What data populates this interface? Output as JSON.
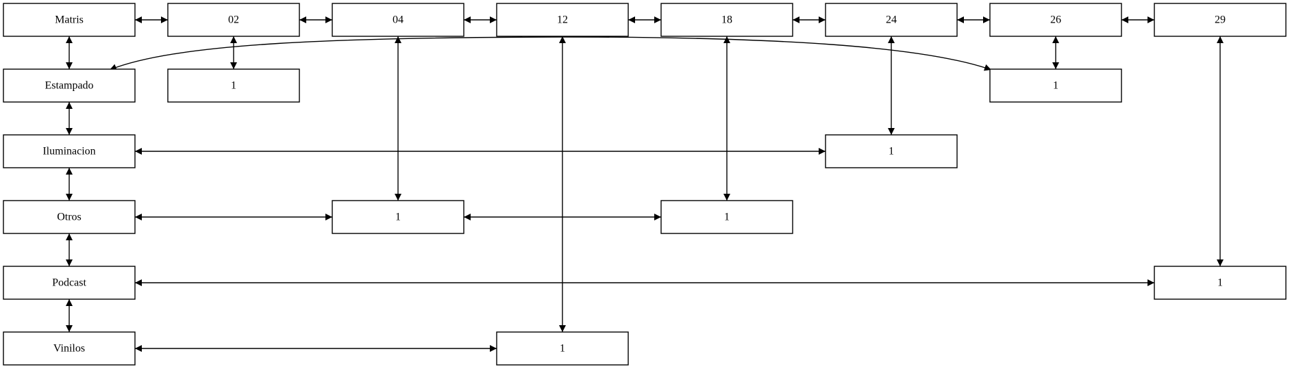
{
  "diagram": {
    "nodes": {
      "matris": "Matris",
      "d02": "02",
      "d04": "04",
      "d12": "12",
      "d18": "18",
      "d24": "24",
      "d26": "26",
      "d29": "29",
      "estampado": "Estampado",
      "iluminacion": "Iluminacion",
      "otros": "Otros",
      "podcast": "Podcast",
      "vinilos": "Vinilos",
      "c_02_estampado": "1",
      "c_26_estampado": "1",
      "c_24_iluminacion": "1",
      "c_04_otros": "1",
      "c_18_otros": "1",
      "c_29_podcast": "1",
      "c_12_vinilos": "1"
    }
  }
}
